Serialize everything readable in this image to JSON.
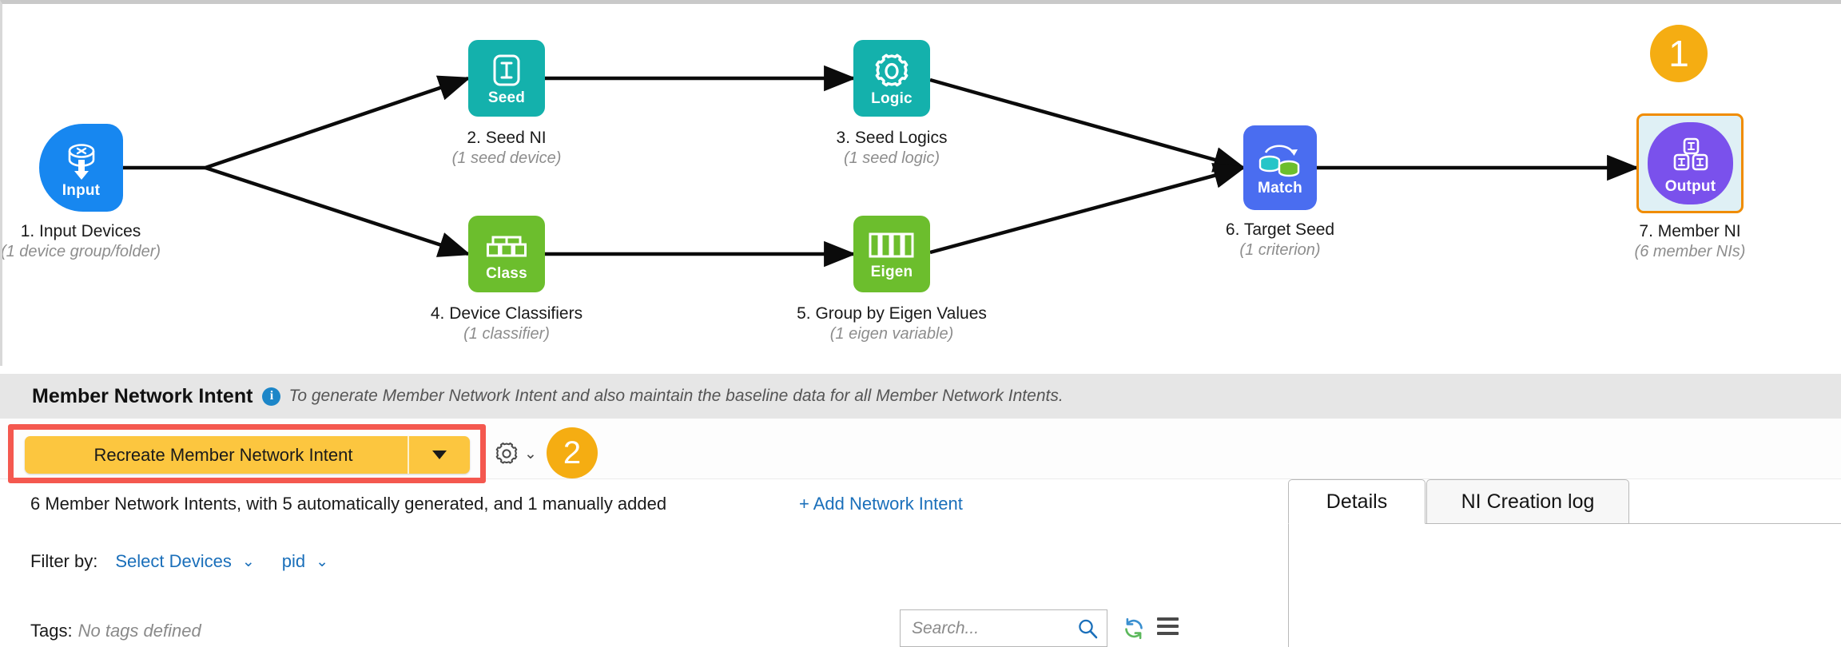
{
  "diagram": {
    "nodes": [
      {
        "key": "input",
        "icon": "router-cylinder-down-arrow-icon",
        "badge_label": "Input",
        "title": "1. Input Devices",
        "sub": "(1 device group/folder)"
      },
      {
        "key": "seed",
        "icon": "interface-i-icon",
        "badge_label": "Seed",
        "title": "2. Seed NI",
        "sub": "(1 seed device)"
      },
      {
        "key": "logic",
        "icon": "gear-icon",
        "badge_label": "Logic",
        "title": "3. Seed Logics",
        "sub": "(1 seed logic)"
      },
      {
        "key": "class",
        "icon": "hierarchy-tree-icon",
        "badge_label": "Class",
        "title": "4. Device Classifiers",
        "sub": "(1 classifier)"
      },
      {
        "key": "eigen",
        "icon": "four-bars-icon",
        "badge_label": "Eigen",
        "title": "5. Group by Eigen Values",
        "sub": "(1 eigen variable)"
      },
      {
        "key": "match",
        "icon": "two-cylinders-arrow-icon",
        "badge_label": "Match",
        "title": "6. Target Seed",
        "sub": "(1 criterion)"
      },
      {
        "key": "output",
        "icon": "three-interfaces-icon",
        "badge_label": "Output",
        "title": "7. Member NI",
        "sub": "(6 member NIs)"
      }
    ],
    "step_badges": [
      {
        "label": "1",
        "for": "output"
      },
      {
        "label": "2",
        "for": "recreate-button"
      }
    ],
    "colors": {
      "input": "#1787f0",
      "seed": "#14b1ac",
      "logic": "#14b1ac",
      "class": "#6cbe2d",
      "eigen": "#6cbe2d",
      "match": "#4a6df0",
      "output": "#7a51ec",
      "highlight_border": "#f08c00",
      "highlight_fill": "#dff0f5",
      "badge": "#f5ad12",
      "redbox": "#f4584f",
      "button": "#fcc63f",
      "link": "#1a6fba"
    }
  },
  "section": {
    "title": "Member Network Intent",
    "info_glyph": "i",
    "subtitle": "To generate Member Network Intent and also maintain the baseline data for all Member Network Intents."
  },
  "toolbar": {
    "recreate_label": "Recreate Member Network Intent",
    "gear_icon": "gear-icon",
    "gear_chevron": "⌄"
  },
  "summary": {
    "counts_text": "6 Member Network Intents, with 5 automatically generated, and 1 manually added",
    "add_link": "+ Add Network Intent"
  },
  "filters": {
    "label": "Filter by:",
    "controls": [
      {
        "label": "Select Devices",
        "chevron": "⌄"
      },
      {
        "label": "pid",
        "chevron": "⌄"
      }
    ]
  },
  "tags": {
    "label": "Tags:",
    "value": "No tags defined"
  },
  "search": {
    "placeholder": "Search...",
    "icon": "search-icon",
    "refresh_icon": "refresh-icon",
    "menu_icon": "hamburger-menu-icon"
  },
  "details_panel": {
    "tabs": [
      {
        "label": "Details",
        "active": true
      },
      {
        "label": "NI Creation log",
        "active": false
      }
    ]
  }
}
